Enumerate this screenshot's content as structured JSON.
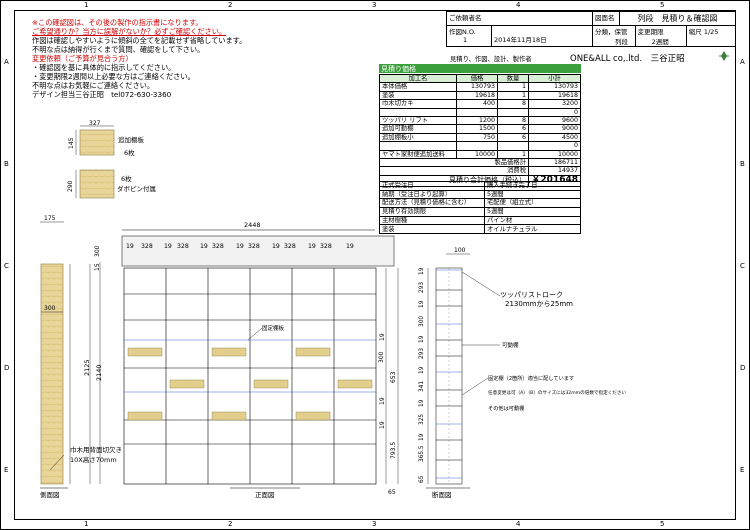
{
  "border": {
    "cols_top": [
      "1",
      "2",
      "3",
      "4",
      "5"
    ],
    "cols_bottom": [
      "1",
      "2",
      "3",
      "4",
      "5"
    ],
    "rows_left": [
      "A",
      "B",
      "C",
      "D",
      "E"
    ],
    "rows_right": [
      "A",
      "B",
      "C",
      "D",
      "E"
    ]
  },
  "notes": [
    {
      "text": "※この確認図は、その後の製作の指示書になります。",
      "cls": "red"
    },
    {
      "text": "ご希望通りか？当方に誤解がないか？必ずご確認ください。",
      "cls": "red"
    },
    {
      "text": "作図は確認しやすいように傾斜の全てを記載せず省略しています。",
      "cls": ""
    },
    {
      "text": "不明な点は納得が行くまで質問、確認をして下さい。",
      "cls": ""
    },
    {
      "text": "変更依頼（ご予算が見合う方）",
      "cls": "red"
    },
    {
      "text": "・確認図を基に具体的に指示してください。",
      "cls": ""
    },
    {
      "text": "・変更期限2週間以上必要な方はご連絡ください。",
      "cls": ""
    },
    {
      "text": "不明な点はお気軽にご連絡ください。",
      "cls": ""
    },
    {
      "text": "デザイン担当三谷正昭　tel072-630-3360",
      "cls": ""
    }
  ],
  "header": {
    "customer_label": "ご依頼者名",
    "drawing_name_label": "図面名",
    "drawing_name": "列段　見積り＆確認図",
    "date_label": "作図N.O.",
    "drawing_no": "1",
    "date": "2014年11月18日",
    "category_label": "分類，保管",
    "category": "列段",
    "change_label": "変更期限",
    "change": "2週間",
    "scale_label": "縮尺",
    "scale": "1/25",
    "company_row": "見積り、作図、設計、製作者",
    "company": "ONE&ALL co,.ltd.　三谷正昭"
  },
  "estimate": {
    "title": "見積り価格",
    "columns": [
      "加工名",
      "価格",
      "数量",
      "小計"
    ],
    "rows": [
      [
        "本体価格",
        "130793",
        "1",
        "130793"
      ],
      [
        "塗装",
        "19618",
        "1",
        "19618"
      ],
      [
        "巾木切カキ",
        "400",
        "8",
        "3200"
      ],
      [
        "",
        "",
        "",
        "0"
      ],
      [
        "ツッパリ リフト",
        "1200",
        "8",
        "9600"
      ],
      [
        "追加可動棚",
        "1500",
        "6",
        "9000"
      ],
      [
        "追加棚板小",
        "750",
        "6",
        "4500"
      ],
      [
        "",
        "",
        "",
        "0"
      ],
      [
        "ヤマト家財便追加送料",
        "10000",
        "1",
        "10000"
      ]
    ],
    "sum_label": "製品価格計",
    "sum": "186711",
    "tax_label": "消費税",
    "tax": "14937",
    "total_label": "見積り合計価格（税込）",
    "total": "￥201648"
  },
  "info": [
    [
      "正式受注日",
      "購入手続き完了日"
    ],
    [
      "納期（受注日より起算）",
      "5週間"
    ],
    [
      "配送方法（見積り価格に含む）",
      "宅配便（組立式）"
    ],
    [
      "見積り有効期限",
      "5週間"
    ],
    [
      "主材樹種",
      "パイン材"
    ],
    [
      "塗装",
      "オイルナチュラル"
    ]
  ],
  "parts": {
    "shelf_w": "327",
    "shelf_h": "145",
    "shelf_label": "追加棚板",
    "shelf_qty": "6枚",
    "board_h": "290",
    "board_qty": "6枚",
    "board_note": "ダボピン付属"
  },
  "front": {
    "total_width": "2448",
    "top_margin": "175",
    "dims_top": [
      "19",
      "328",
      "19",
      "328",
      "19",
      "328",
      "19",
      "328",
      "19",
      "328",
      "19",
      "328",
      "19"
    ],
    "left_dims": [
      "15",
      "300",
      "2140",
      "2125"
    ],
    "side_depth": "300",
    "right_dims": [
      "19",
      "300",
      "19",
      "653",
      "19",
      "793.5",
      "65"
    ],
    "callout_shelf": "固定棚板",
    "note_skirting": "巾木用背面切欠き",
    "note_skirting2": "10X高さ70mm",
    "label_side": "側面図",
    "label_front": "正面図",
    "label_section": "断面図"
  },
  "section": {
    "depth": "100",
    "dims": [
      "19",
      "293",
      "19",
      "300",
      "19",
      "293",
      "19",
      "341",
      "19",
      "325",
      "19",
      "365.5",
      "65"
    ],
    "note_tension": "ツッパリストローク",
    "note_tension2": "2130mmから25mm",
    "note_movable": "可動棚",
    "note_fixed": "固定棚（2箇所）適当に配しています",
    "note_fixed2": "任意変更は可（A）（B）のサイズには32mmの倍数で指定ください",
    "note_fixed3": "その他は可動棚"
  }
}
